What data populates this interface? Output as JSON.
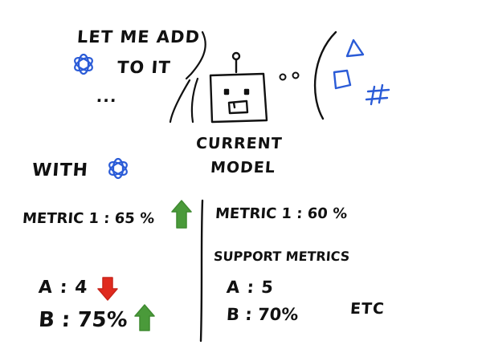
{
  "header": {
    "speech_line1": "LET ME ADD",
    "speech_line2": "TO IT",
    "ellipsis": "...",
    "robot_caption_line1": "CURRENT",
    "robot_caption_line2": "MODEL"
  },
  "left_panel": {
    "with_label": "WITH",
    "metric1": "METRIC 1 : 65 %",
    "a": "A : 4",
    "b": "B : 75%"
  },
  "right_panel": {
    "metric1": "METRIC 1 :  60 %",
    "support_label": "SUPPORT METRICS",
    "a": "A : 5",
    "b": "B : 70%",
    "etc": "ETC"
  },
  "colors": {
    "ink": "#111111",
    "accent_blue": "#2a5bd7",
    "up_green": "#4a9a3a",
    "down_red": "#e02a1e"
  },
  "icons": {
    "idea_bubble": [
      "square-icon",
      "triangle-icon",
      "hash-icon"
    ],
    "spark": "atom-icon",
    "indicators": [
      "arrow-up-icon",
      "arrow-down-icon",
      "arrow-up-icon"
    ]
  }
}
